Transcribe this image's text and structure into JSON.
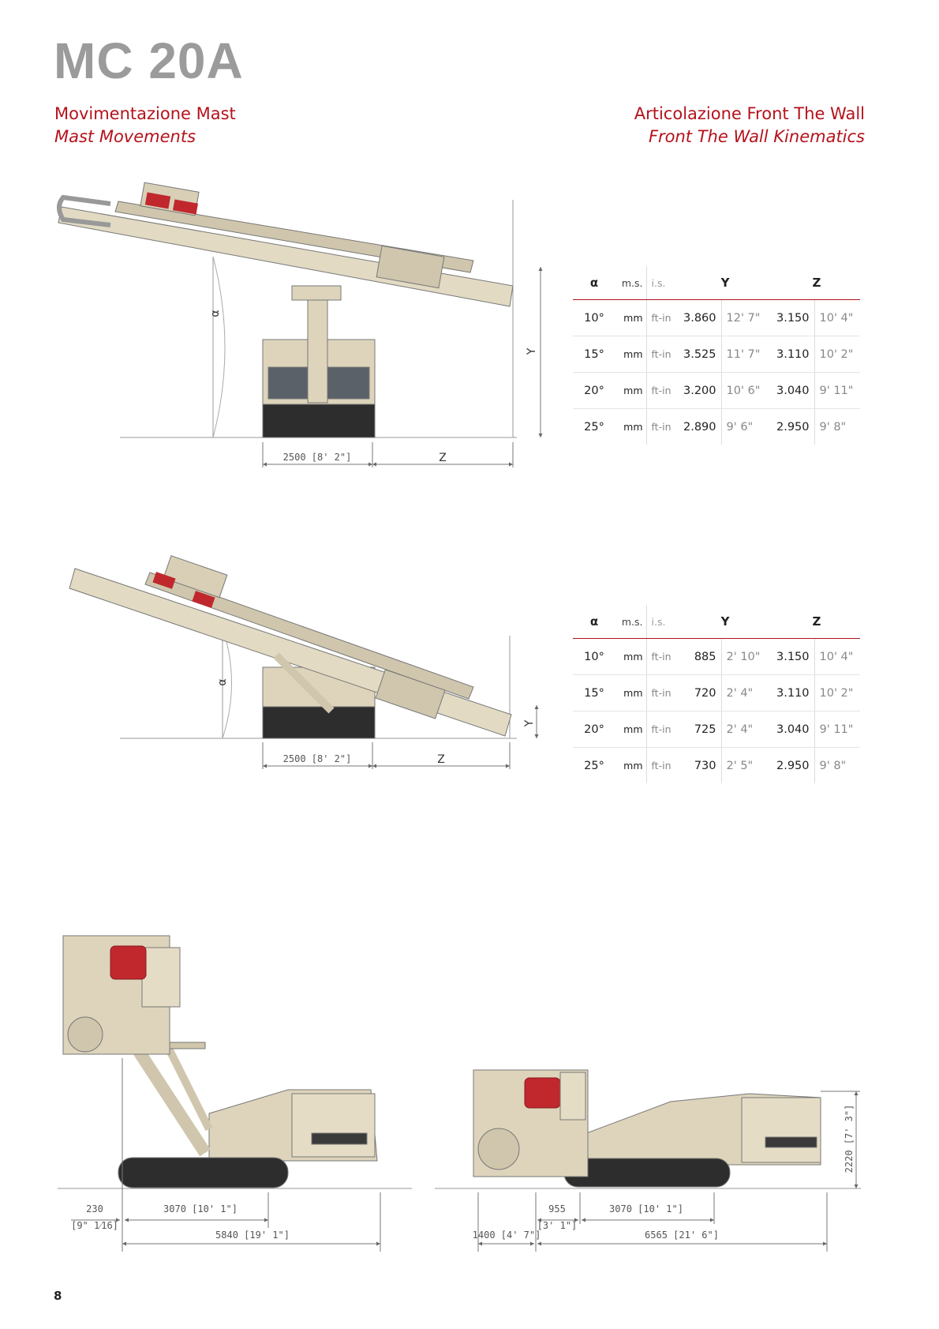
{
  "title": "MC 20A",
  "left_heading": {
    "it": "Movimentazione Mast",
    "en": "Mast Movements"
  },
  "right_heading": {
    "it": "Articolazione Front The Wall",
    "en": "Front The Wall Kinematics"
  },
  "colors": {
    "accent": "#b5121b",
    "machine": "#ddd4bb",
    "title": "#9b9b9b"
  },
  "table_headers": {
    "alpha": "α",
    "ms": "m.s.",
    "is": "i.s.",
    "y": "Y",
    "z": "Z"
  },
  "table1": [
    {
      "a": "10°",
      "ms": "mm",
      "is": "ft-in",
      "y_mm": "3.860",
      "y_ft": "12' 7\"",
      "z_mm": "3.150",
      "z_ft": "10' 4\""
    },
    {
      "a": "15°",
      "ms": "mm",
      "is": "ft-in",
      "y_mm": "3.525",
      "y_ft": "11' 7\"",
      "z_mm": "3.110",
      "z_ft": "10' 2\""
    },
    {
      "a": "20°",
      "ms": "mm",
      "is": "ft-in",
      "y_mm": "3.200",
      "y_ft": "10' 6\"",
      "z_mm": "3.040",
      "z_ft": "9' 11\""
    },
    {
      "a": "25°",
      "ms": "mm",
      "is": "ft-in",
      "y_mm": "2.890",
      "y_ft": "9' 6\"",
      "z_mm": "2.950",
      "z_ft": "9' 8\""
    }
  ],
  "table2": [
    {
      "a": "10°",
      "ms": "mm",
      "is": "ft-in",
      "y_mm": "885",
      "y_ft": "2' 10\"",
      "z_mm": "3.150",
      "z_ft": "10' 4\""
    },
    {
      "a": "15°",
      "ms": "mm",
      "is": "ft-in",
      "y_mm": "720",
      "y_ft": "2' 4\"",
      "z_mm": "3.110",
      "z_ft": "10' 2\""
    },
    {
      "a": "20°",
      "ms": "mm",
      "is": "ft-in",
      "y_mm": "725",
      "y_ft": "2' 4\"",
      "z_mm": "3.040",
      "z_ft": "9' 11\""
    },
    {
      "a": "25°",
      "ms": "mm",
      "is": "ft-in",
      "y_mm": "730",
      "y_ft": "2' 5\"",
      "z_mm": "2.950",
      "z_ft": "9' 8\""
    }
  ],
  "diagram1": {
    "width_dim": "2500 [8' 2\"]",
    "z": "Z",
    "y": "Y",
    "alpha": "α"
  },
  "diagram2": {
    "width_dim": "2500 [8' 2\"]",
    "z": "Z",
    "y": "Y",
    "alpha": "α"
  },
  "side_left": {
    "front": "230",
    "front_in": "[9\" 1⁄16]",
    "track": "3070 [10' 1\"]",
    "total": "5840 [19' 1\"]"
  },
  "side_right": {
    "front": "955",
    "front_in": "[3' 1\"]",
    "track": "3070 [10' 1\"]",
    "overhang": "1400 [4' 7\"]",
    "total": "6565 [21' 6\"]",
    "height": "2220 [7' 3\"]"
  },
  "page_number": "8"
}
